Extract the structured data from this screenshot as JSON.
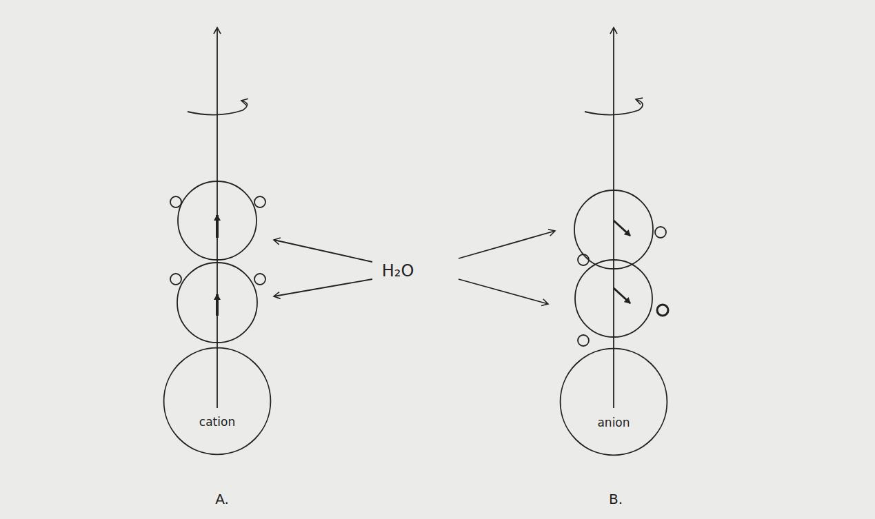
{
  "diagram": {
    "nodes": [
      {
        "text": [
          "cation"
        ]
      },
      {
        "text": [
          "anion"
        ]
      }
    ],
    "labels": [
      "H₂O",
      "A.",
      "B."
    ]
  }
}
